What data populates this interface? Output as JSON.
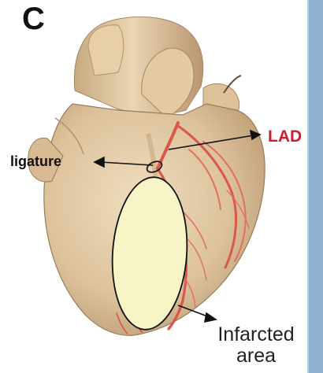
{
  "figure": {
    "panel_label": "C"
  },
  "labels": {
    "lad": "LAD",
    "ligature": "ligature",
    "infarcted_line1": "Infarcted",
    "infarcted_line2": "area"
  },
  "colors": {
    "lad_text": "#cc1f2e",
    "right_border": "#8fb1d1",
    "heart_base": "#dcc3a0",
    "infarct_fill": "#f7f5c6",
    "coronary_vessel": "#d9584a"
  }
}
